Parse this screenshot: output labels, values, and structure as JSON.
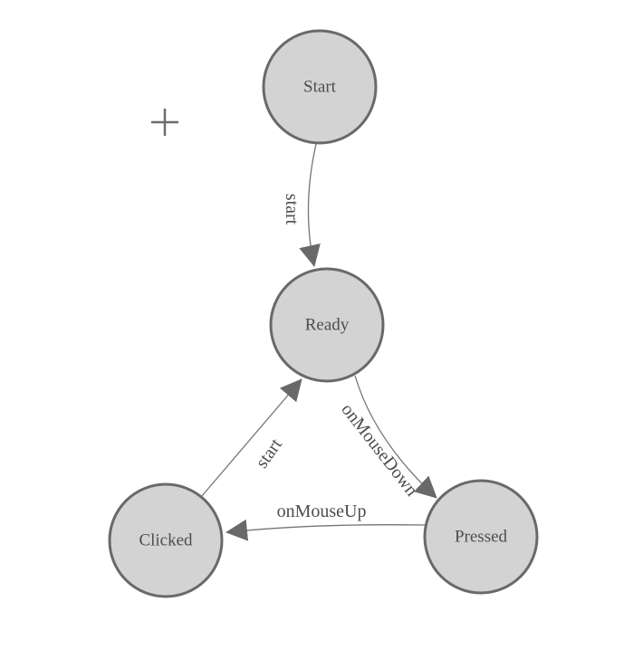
{
  "app": {
    "background": "#ffffff"
  },
  "colors": {
    "node_fill": "#d3d3d3",
    "node_border": "#696969",
    "edge_line": "#757575",
    "arrowhead": "#696969",
    "label_text": "#4d4d4d",
    "crosshair": "#6b6b6b"
  },
  "icons": {
    "crosshair_plus": "+"
  },
  "diagram": {
    "nodes": [
      {
        "id": "start",
        "label": "Start"
      },
      {
        "id": "ready",
        "label": "Ready"
      },
      {
        "id": "clicked",
        "label": "Clicked"
      },
      {
        "id": "pressed",
        "label": "Pressed"
      }
    ],
    "edges": [
      {
        "from": "Start",
        "to": "Ready",
        "label": "start"
      },
      {
        "from": "Ready",
        "to": "Pressed",
        "label": "onMouseDown"
      },
      {
        "from": "Clicked",
        "to": "Ready",
        "label": "start"
      },
      {
        "from": "Pressed",
        "to": "Clicked",
        "label": "onMouseUp"
      }
    ]
  }
}
